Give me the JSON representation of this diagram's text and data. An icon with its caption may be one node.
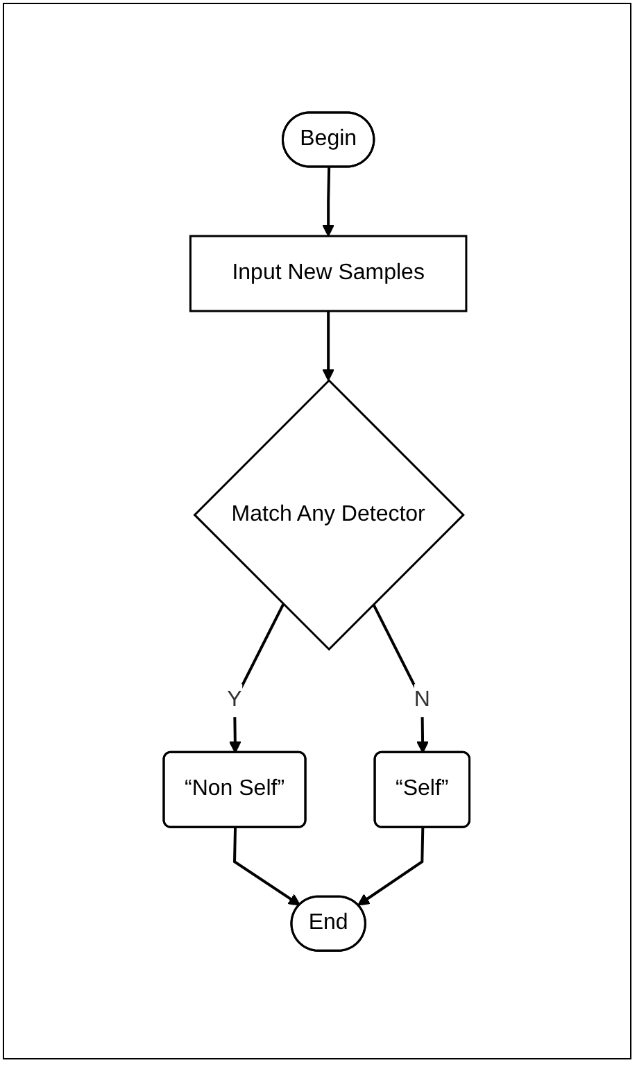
{
  "diagram": {
    "nodes": [
      {
        "text": [
          "Begin"
        ]
      },
      {
        "text": [
          "Input New Samples"
        ]
      },
      {
        "text": [
          "Match Any Detector"
        ]
      },
      {
        "text": [
          "“Self”"
        ]
      },
      {
        "text": [
          "“Non Self”"
        ]
      },
      {
        "text": [
          "End"
        ]
      }
    ],
    "edges": [
      {
        "from": 0,
        "to": 1,
        "arrow": "to"
      },
      {
        "from": 1,
        "to": 2,
        "arrow": "to"
      },
      {
        "from": 2,
        "to": 3,
        "arrow": "to",
        "label": "N"
      },
      {
        "from": 2,
        "to": 4,
        "arrow": "to",
        "label": "Y"
      },
      {
        "from": 4,
        "to": 5,
        "arrow": "to"
      },
      {
        "from": 3,
        "to": 5,
        "arrow": "to"
      }
    ]
  }
}
